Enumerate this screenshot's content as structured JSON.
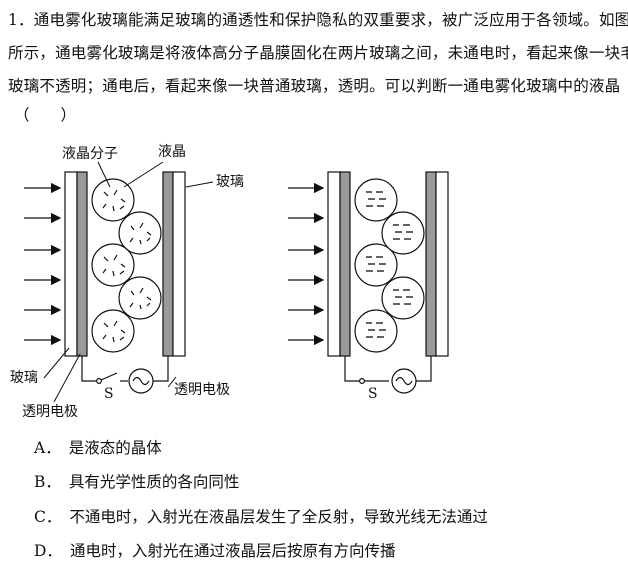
{
  "question": {
    "number": "1．",
    "lines": [
      "通电雾化玻璃能满足玻璃的通透性和保护隐私的双重要求，被广泛应用于各领域。如图",
      "所示，通电雾化玻璃是将液体高分子晶膜固化在两片玻璃之间，未通电时，看起来像一块毛",
      "玻璃不透明；通电后，看起来像一块普通玻璃，透明。可以判断一通电雾化玻璃中的液晶"
    ],
    "answer_blank": "（　　）"
  },
  "figure": {
    "labels": {
      "liquid_crystal_molecule": "液晶分子",
      "liquid_crystal": "液晶",
      "glass_right": "玻璃",
      "glass_left": "玻璃",
      "transparent_electrode_left": "透明电极",
      "transparent_electrode_right": "透明电极",
      "switch_left": "S",
      "switch_right": "S"
    }
  },
  "options": [
    {
      "label": "A．",
      "text": "是液态的晶体"
    },
    {
      "label": "B．",
      "text": "具有光学性质的各向同性"
    },
    {
      "label": "C．",
      "text": "不通电时，入射光在液晶层发生了全反射，导致光线无法通过"
    },
    {
      "label": "D．",
      "text": "通电时，入射光在通过液晶层后按原有方向传播"
    }
  ]
}
